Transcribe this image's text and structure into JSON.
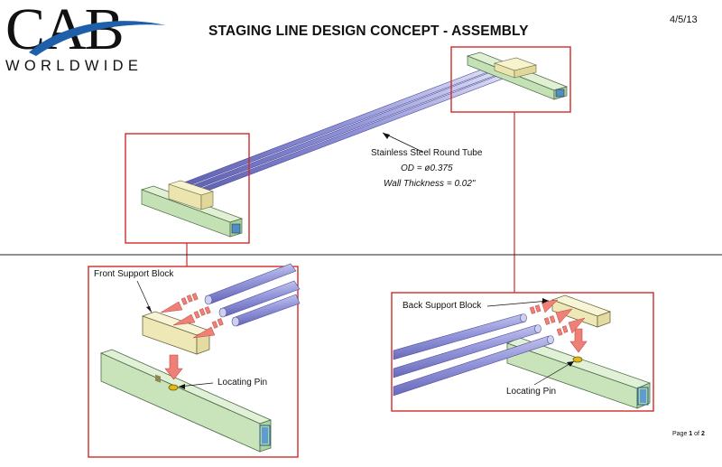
{
  "logo": {
    "main": "CAB",
    "sub": "WORLDWIDE"
  },
  "title": "STAGING LINE DESIGN CONCEPT - ASSEMBLY",
  "date": "4/5/13",
  "tube_callout": {
    "line1": "Stainless Steel Round Tube",
    "line2": "OD = ø0.375",
    "line3": "Wall Thickness = 0.02\""
  },
  "front_detail": {
    "block_label": "Front Support Block",
    "pin_label": "Locating Pin"
  },
  "back_detail": {
    "block_label": "Back Support Block",
    "pin_label": "Locating Pin"
  },
  "footer": {
    "prefix": "Page ",
    "current": "1",
    "middle": " of ",
    "total": "2"
  },
  "colors": {
    "frame_red": "#d02a2a",
    "tube_blue": "#7d7fcf",
    "base_green": "#cfe8c0",
    "block_yellow": "#f1ecbd",
    "arrow_salmon": "#ee8078",
    "pin_gold": "#d8b000"
  }
}
